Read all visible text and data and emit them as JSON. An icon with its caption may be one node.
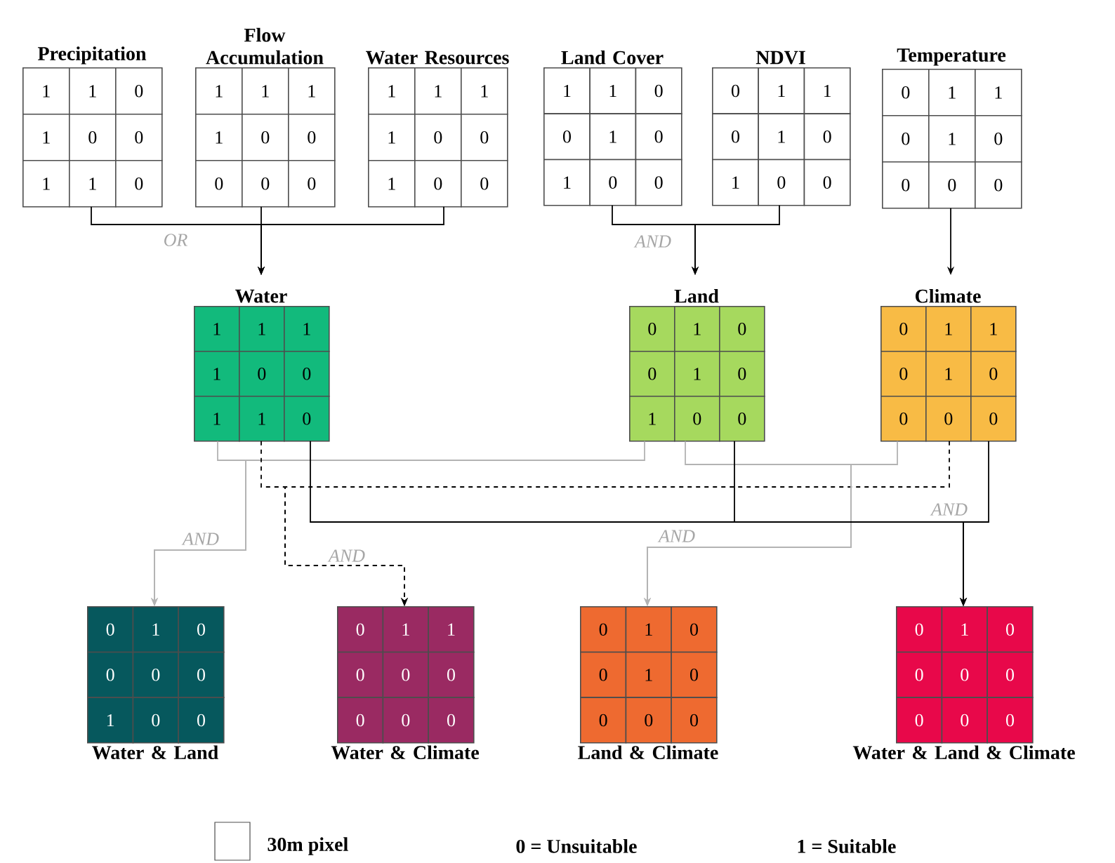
{
  "diagram": {
    "nodes": [
      {
        "text": [
          "Precipitation",
          "1",
          "1",
          "0",
          "1",
          "0",
          "0",
          "1",
          "1",
          "0"
        ]
      },
      {
        "text": [
          "Flow Accumulation",
          "1",
          "1",
          "1",
          "1",
          "0",
          "0",
          "0",
          "0",
          "0"
        ]
      },
      {
        "text": [
          "Water Resources",
          "1",
          "1",
          "1",
          "1",
          "0",
          "0",
          "1",
          "0",
          "0"
        ]
      },
      {
        "text": [
          "Land Cover",
          "1",
          "1",
          "0",
          "0",
          "1",
          "0",
          "1",
          "0",
          "0"
        ]
      },
      {
        "text": [
          "NDVI",
          "0",
          "1",
          "1",
          "0",
          "1",
          "0",
          "1",
          "0",
          "0"
        ]
      },
      {
        "text": [
          "Temperature",
          "0",
          "1",
          "1",
          "0",
          "1",
          "0",
          "0",
          "0",
          "0"
        ]
      },
      {
        "text": [
          "Water",
          "1",
          "1",
          "1",
          "1",
          "0",
          "0",
          "1",
          "1",
          "0"
        ]
      },
      {
        "text": [
          "Land",
          "0",
          "1",
          "0",
          "0",
          "1",
          "0",
          "1",
          "0",
          "0"
        ]
      },
      {
        "text": [
          "Climate",
          "0",
          "1",
          "1",
          "0",
          "1",
          "0",
          "0",
          "0",
          "0"
        ]
      },
      {
        "text": [
          "Water & Land",
          "0",
          "1",
          "0",
          "0",
          "0",
          "0",
          "1",
          "0",
          "0"
        ]
      },
      {
        "text": [
          "Water & Climate",
          "0",
          "1",
          "1",
          "0",
          "0",
          "0",
          "0",
          "0",
          "0"
        ]
      },
      {
        "text": [
          "Land & Climate",
          "0",
          "1",
          "0",
          "0",
          "1",
          "0",
          "0",
          "0",
          "0"
        ]
      },
      {
        "text": [
          "Water & Land & Climate",
          "0",
          "1",
          "0",
          "0",
          "0",
          "0",
          "0",
          "0",
          "0"
        ]
      }
    ],
    "edges": [
      {
        "from": 0,
        "to": 6,
        "arrow": "to",
        "label": "OR"
      },
      {
        "from": 1,
        "to": 6,
        "arrow": "to"
      },
      {
        "from": 2,
        "to": 6,
        "arrow": "to"
      },
      {
        "from": 3,
        "to": 7,
        "arrow": "to",
        "label": "AND"
      },
      {
        "from": 4,
        "to": 7,
        "arrow": "to"
      },
      {
        "from": 5,
        "to": 8,
        "arrow": "to"
      },
      {
        "from": 6,
        "to": 9,
        "arrow": "to",
        "label": "AND",
        "color": "#b3b3b3"
      },
      {
        "from": 7,
        "to": 9,
        "arrow": "to",
        "color": "#b3b3b3"
      },
      {
        "from": 6,
        "to": 10,
        "arrow": "to",
        "label": "AND",
        "style": "dashed"
      },
      {
        "from": 8,
        "to": 10,
        "arrow": "to",
        "style": "dashed"
      },
      {
        "from": 7,
        "to": 11,
        "arrow": "to",
        "label": "AND",
        "color": "#b3b3b3"
      },
      {
        "from": 8,
        "to": 11,
        "arrow": "to",
        "color": "#b3b3b3"
      },
      {
        "from": 6,
        "to": 12,
        "arrow": "to"
      },
      {
        "from": 7,
        "to": 12,
        "arrow": "to"
      },
      {
        "from": 8,
        "to": 12,
        "arrow": "to",
        "label": "AND"
      }
    ],
    "labels": [
      "0 = Unsuitable",
      "1 = Suitable"
    ],
    "legend": [
      {
        "text": "30m pixel"
      }
    ]
  }
}
